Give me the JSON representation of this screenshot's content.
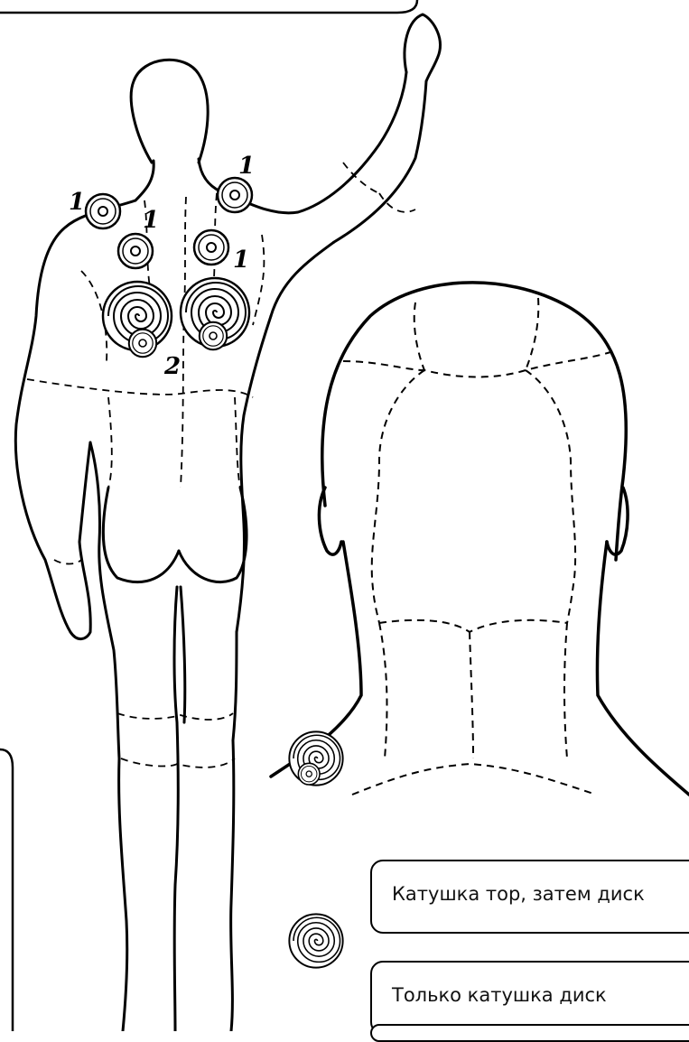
{
  "markers": [
    {
      "id": "m1a",
      "label": "1"
    },
    {
      "id": "m1b",
      "label": "1"
    },
    {
      "id": "m1c",
      "label": "1"
    },
    {
      "id": "m1d",
      "label": "1"
    },
    {
      "id": "m2",
      "label": "2"
    }
  ],
  "legend": [
    {
      "text": "Катушка тор, затем диск",
      "icon": "coil-then-disk-icon"
    },
    {
      "text": "Только катушка диск",
      "icon": "coil-disk-icon"
    },
    {
      "text": "",
      "icon": ""
    }
  ]
}
